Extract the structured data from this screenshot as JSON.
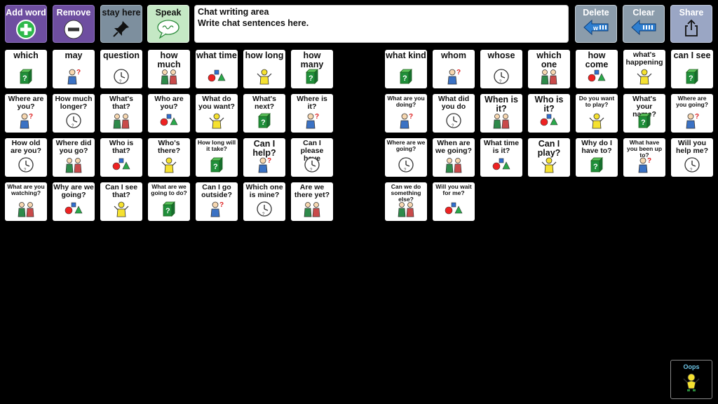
{
  "toolbar": {
    "add_word": "Add word",
    "remove": "Remove",
    "stay_here": "stay here",
    "speak": "Speak",
    "delete": "Delete",
    "clear": "Clear",
    "share": "Share"
  },
  "chat": {
    "title": "Chat writing area",
    "placeholder": "Write chat sentences here."
  },
  "left_grid": [
    [
      "which",
      "may",
      "question",
      "how much",
      "what time",
      "how long",
      "how many"
    ],
    [
      "Where are you?",
      "How much longer?",
      "What's that?",
      "Who are you?",
      "What do you want?",
      "What's next?",
      "Where is it?"
    ],
    [
      "How old are you?",
      "Where did you go?",
      "Who is that?",
      "Who's there?",
      "How long will it take?",
      "Can I help?",
      "Can I please have"
    ],
    [
      "What are you watching?",
      "Why are we going?",
      "Can I see that?",
      "What are we going to do?",
      "Can I go outside?",
      "Which one is mine?",
      "Are we there yet?"
    ]
  ],
  "right_grid": [
    [
      "what kind",
      "whom",
      "whose",
      "which one",
      "how come",
      "what's happening",
      "can I see"
    ],
    [
      "What are you doing?",
      "What did you do",
      "When is it?",
      "Who is it?",
      "Do you want to play?",
      "What's your name?",
      "Where are you going?"
    ],
    [
      "Where are we going?",
      "When are we going?",
      "What time is it?",
      "Can I play?",
      "Why do I have to?",
      "What have you been up to?",
      "Will you help me?"
    ],
    [
      "Can we do something else?",
      "Will you wait for me?"
    ]
  ],
  "oops": "Oops",
  "colors": {
    "background": "#000000",
    "add_remove": "#6e4ea0",
    "speak": "#c5e8c5",
    "delete_arrow": "#2f7fd0"
  }
}
